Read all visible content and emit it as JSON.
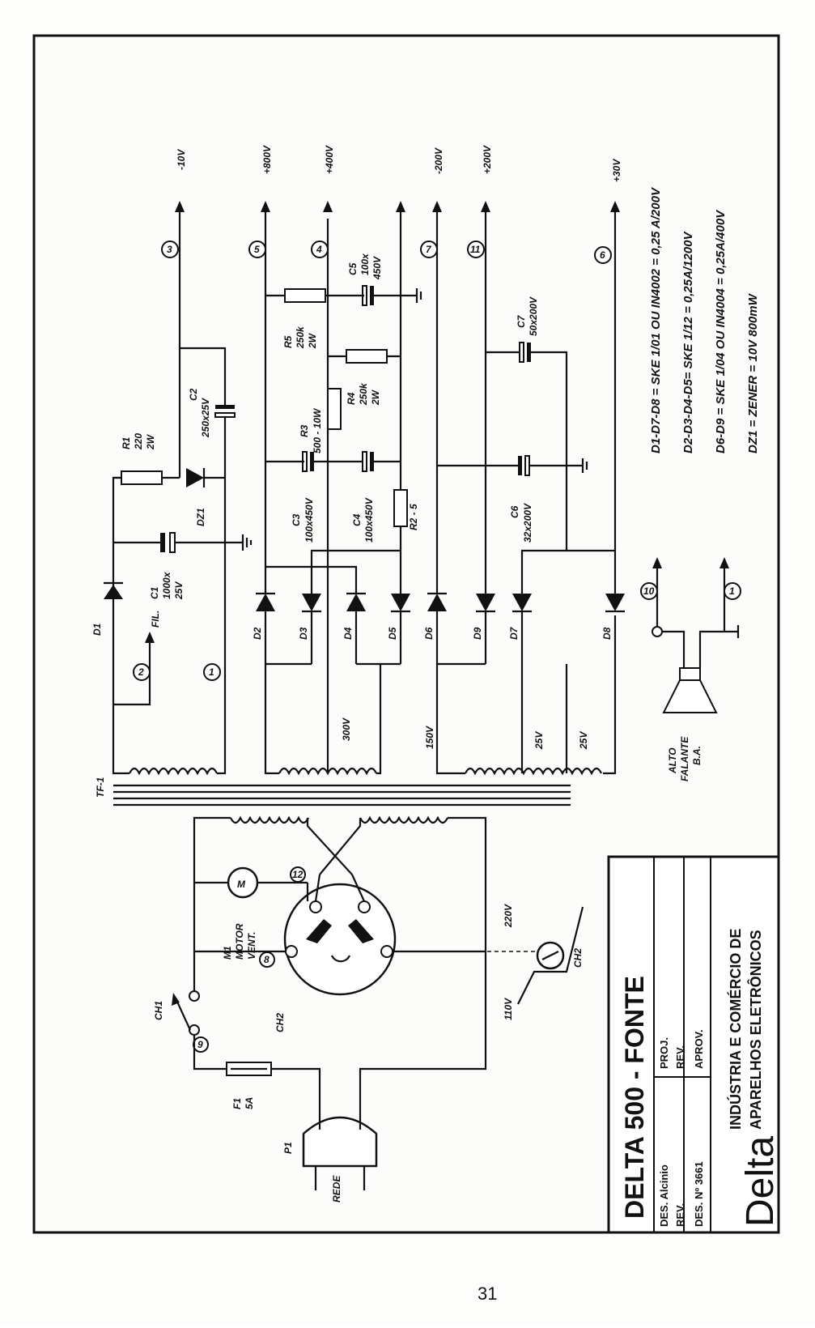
{
  "title_block": {
    "title": "DELTA 500 - FONTE",
    "des": "DES. Alcinio",
    "rev": "REV.",
    "des_no": "DES. Nº 3661",
    "proj": "PROJ.",
    "rev2": "REV.",
    "aprov": "APROV.",
    "brand": "Delta",
    "company_line1": "INDÚSTRIA E COMÉRCIO DE",
    "company_line2": "APARELHOS ELETRÔNICOS"
  },
  "outputs": [
    {
      "terminal": "3",
      "voltage": "-10V"
    },
    {
      "terminal": "5",
      "voltage": "+800V"
    },
    {
      "terminal": "4",
      "voltage": "+400V"
    },
    {
      "terminal": "7",
      "voltage": "-200V"
    },
    {
      "terminal": "11",
      "voltage": "+200V"
    },
    {
      "terminal": "6",
      "voltage": "+30V"
    }
  ],
  "components": {
    "R1": {
      "name": "R1",
      "value": "220",
      "rating": "2W"
    },
    "DZ1": {
      "name": "DZ1"
    },
    "C2": {
      "name": "C2",
      "value": "250x25V"
    },
    "C1": {
      "name": "C1",
      "value": "1000x",
      "rating": "25V"
    },
    "D1": {
      "name": "D1"
    },
    "FIL": {
      "name": "FIL."
    },
    "R5": {
      "name": "R5",
      "value": "250k",
      "rating": "2W"
    },
    "C5": {
      "name": "C5",
      "value": "100x",
      "rating": "450V"
    },
    "R4": {
      "name": "R4",
      "value": "250k",
      "rating": "2W"
    },
    "R3": {
      "name": "R3",
      "value": "500 - 10W"
    },
    "C3": {
      "name": "C3",
      "value": "100x450V"
    },
    "C4": {
      "name": "C4",
      "value": "100x450V"
    },
    "R2": {
      "name": "R2 - 5"
    },
    "C7": {
      "name": "C7",
      "value": "50x200V"
    },
    "C6": {
      "name": "C6",
      "value": "32x200V"
    },
    "diodes": [
      "D2",
      "D3",
      "D4",
      "D5",
      "D6",
      "D9",
      "D7",
      "D8"
    ],
    "TF1": "TF-1",
    "M1": {
      "name": "M1",
      "desc1": "MOTOR",
      "desc2": "VENT.",
      "symbol": "M"
    },
    "F1": {
      "name": "F1",
      "value": "5A"
    },
    "P1": "P1",
    "REDE": "REDE",
    "CH1": "CH1",
    "CH2": "CH2",
    "CH2b": "CH2",
    "speaker": {
      "l1": "ALTO",
      "l2": "FALANTE",
      "l3": "B.A."
    }
  },
  "windings": {
    "w300": "300V",
    "w150": "150V",
    "w25a": "25V",
    "w25b": "25V"
  },
  "switch_labels": {
    "v110": "110V",
    "v220": "220V"
  },
  "terminals_misc": {
    "t1": "1",
    "t2": "2",
    "t8": "8",
    "t9": "9",
    "t10": "10",
    "t12": "12",
    "t1b": "1"
  },
  "notes": [
    "D1-D7-D8  =  SKE 1/01 OU IN4002 = 0,25 A/200V",
    "D2-D3-D4-D5= SKE 1/12 = 0,25A/1200V",
    "D6-D9 =  SKE 1/04 OU IN4004 = 0,25A/400V",
    "DZ1  =  ZENER = 10V 800mW"
  ],
  "page_number": "31"
}
